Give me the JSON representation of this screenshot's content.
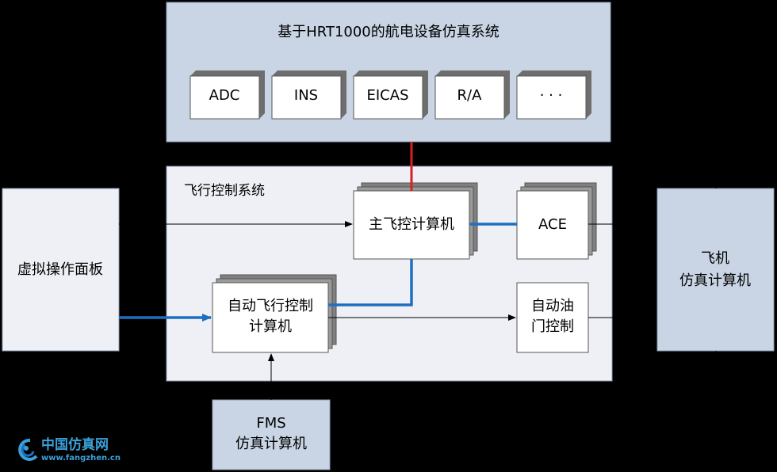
{
  "sim_system": {
    "title": "基于HRT1000的航电设备仿真系统",
    "modules": [
      "ADC",
      "INS",
      "EICAS",
      "R/A",
      "· · ·"
    ]
  },
  "fcs": {
    "title": "飞行控制系统",
    "main_fc": "主飞控计算机",
    "ace": "ACE",
    "autopilot_line1": "自动飞行控制",
    "autopilot_line2": "计算机",
    "throttle_line1": "自动油",
    "throttle_line2": "门控制"
  },
  "virtual_panel": "虚拟操作面板",
  "aircraft_sim": {
    "line1": "飞机",
    "line2": "仿真计算机"
  },
  "fms": {
    "line1": "FMS",
    "line2": "仿真计算机"
  },
  "watermark": {
    "name": "中国仿真网",
    "url": "www.fangzhen.cn"
  },
  "colors": {
    "blue_box": "#c9d5e4",
    "light_box": "#eef0f5",
    "shadow": "#808080",
    "blue_line": "#1f6fc1",
    "red_line": "#e01b24"
  }
}
